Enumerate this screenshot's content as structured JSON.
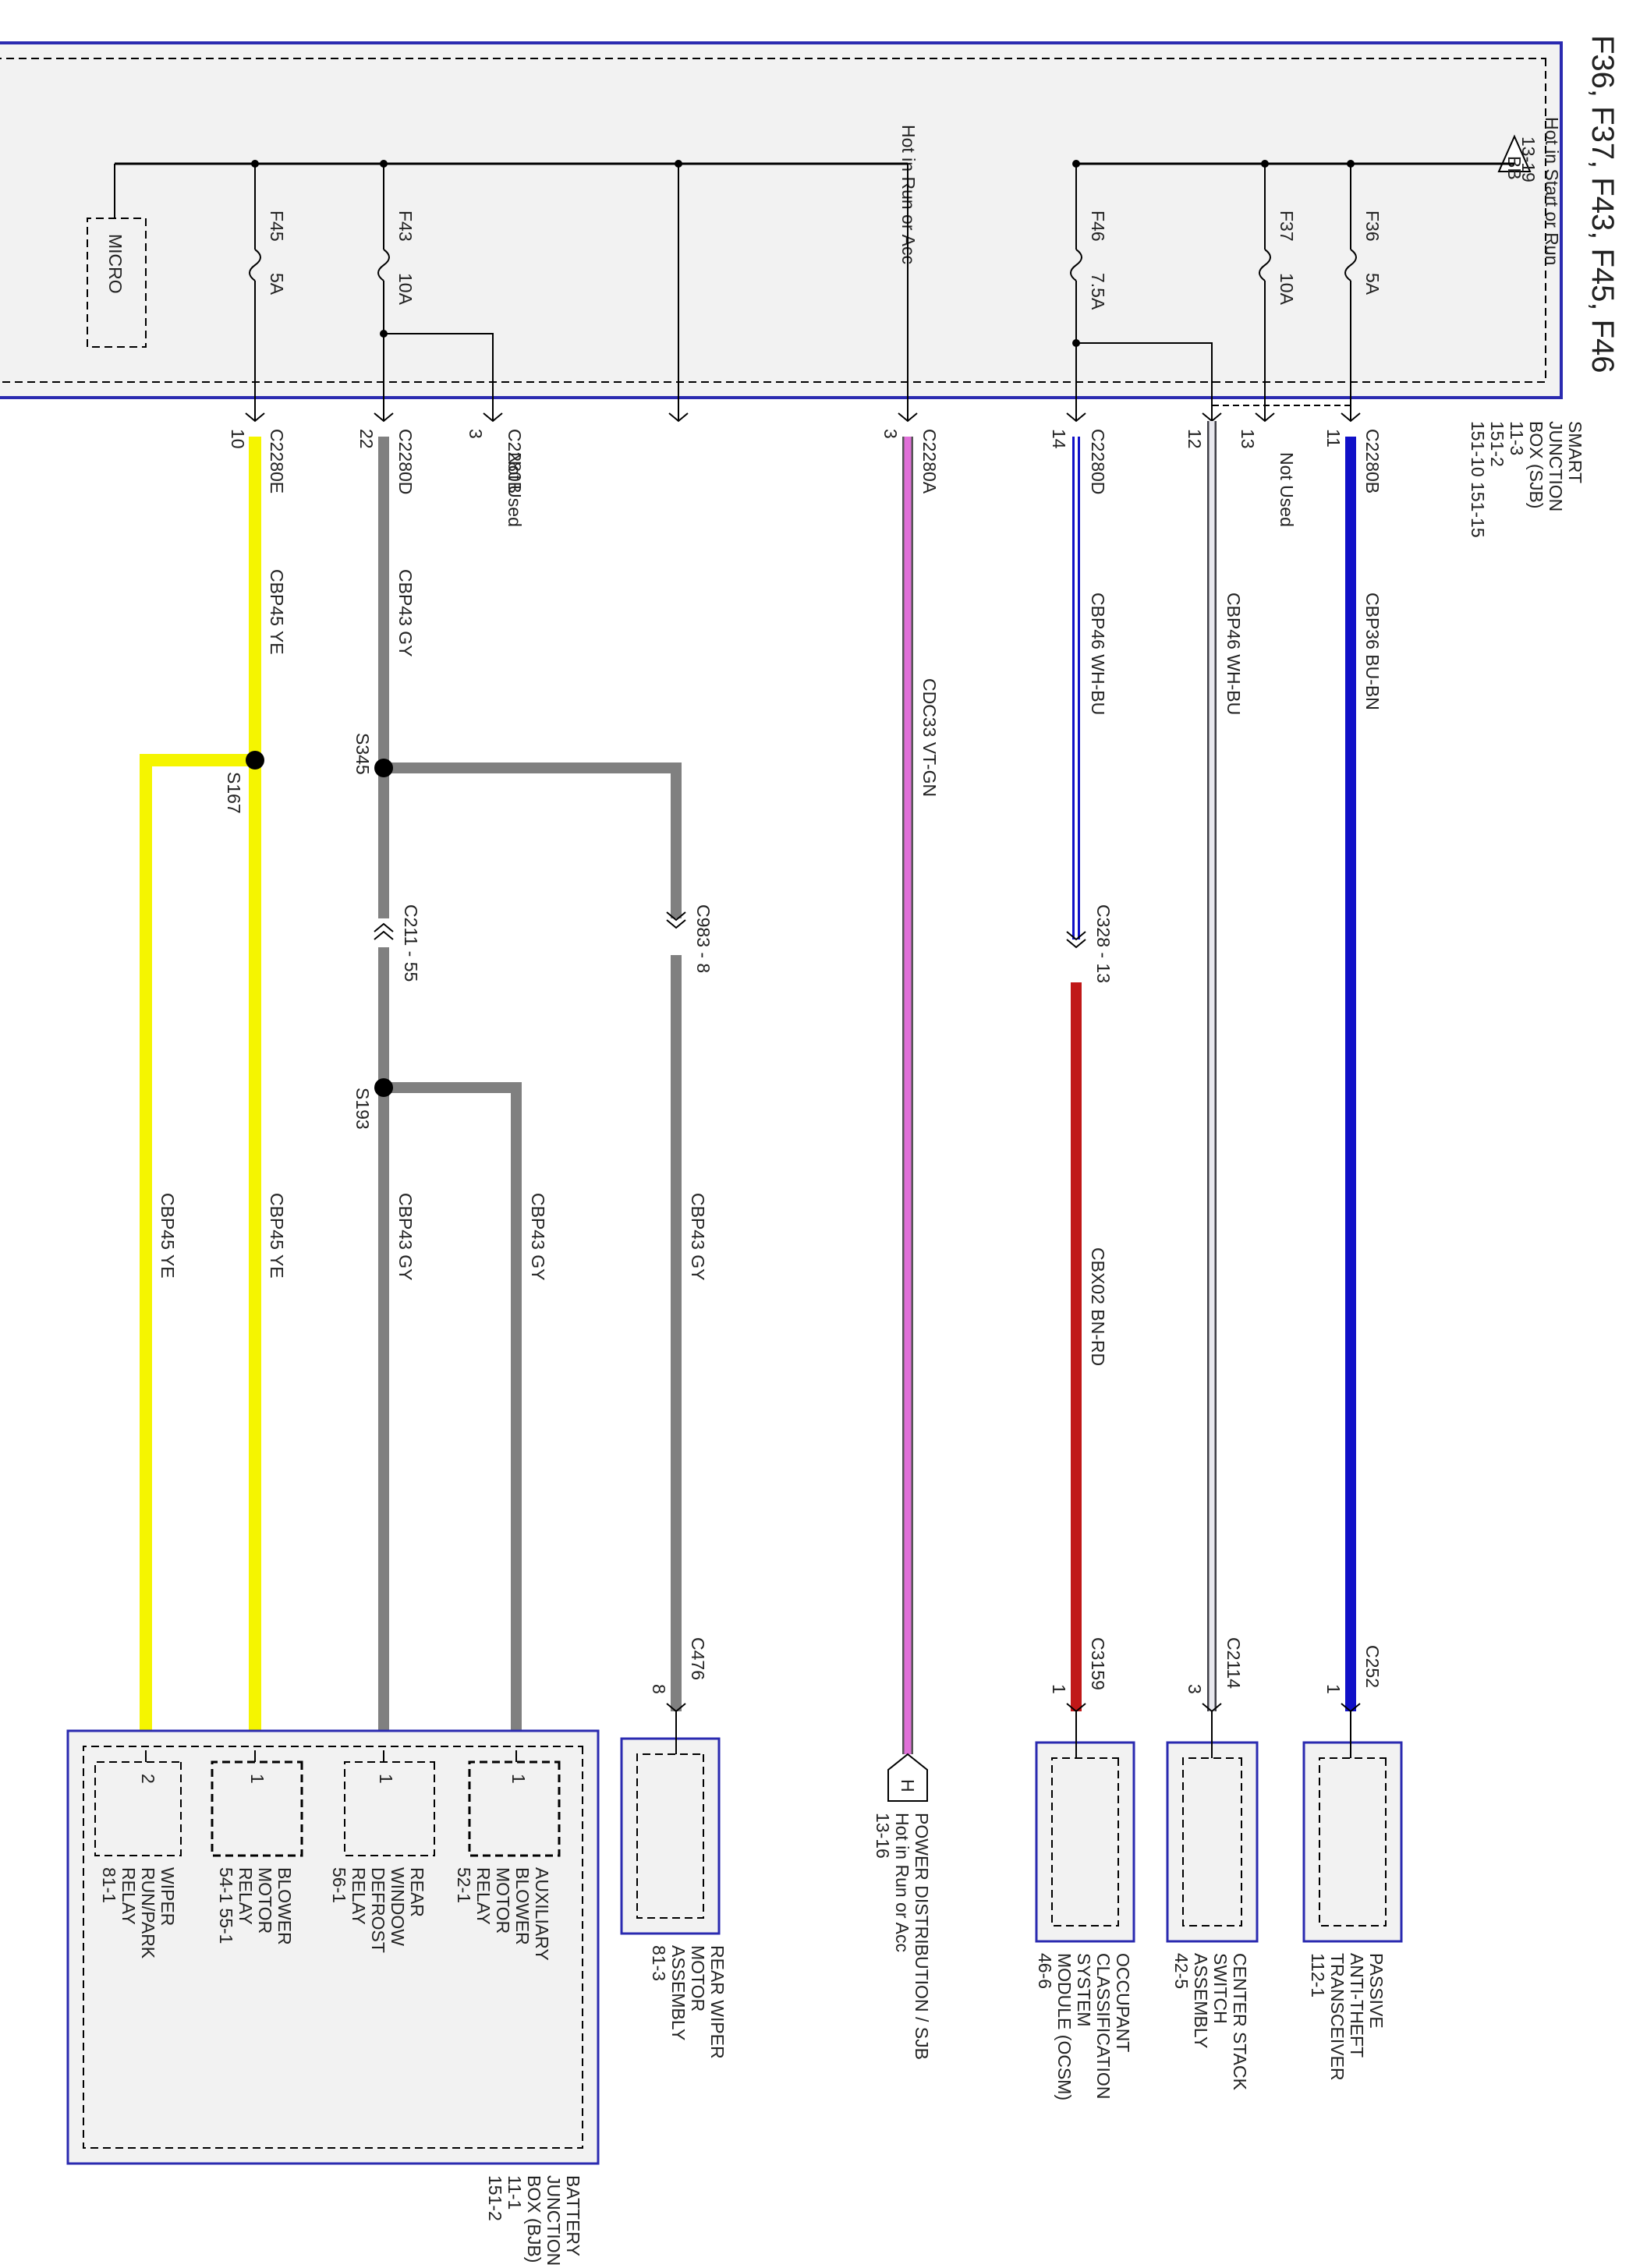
{
  "title": "F36, F37, F43, F45, F46",
  "sjb": {
    "name": [
      "SMART",
      "JUNCTION",
      "BOX (SJB)"
    ],
    "refs": [
      "11-3",
      "151-2",
      "151-10  151-15"
    ],
    "feed_start_run": "Hot in Start or Run",
    "feed_start_run_ref": "13-19",
    "feed_run_acc": "Hot in Run or Acc",
    "bus_symbol": "BB",
    "micro": "MICRO"
  },
  "fuses": {
    "f36": {
      "id": "F36",
      "rating": "5A"
    },
    "f37": {
      "id": "F37",
      "rating": "10A"
    },
    "f46": {
      "id": "F46",
      "rating": "7.5A"
    },
    "f43": {
      "id": "F43",
      "rating": "10A"
    },
    "f45": {
      "id": "F45",
      "rating": "5A"
    }
  },
  "colors": {
    "frame_blue": "#2a2ab0",
    "bu_bn": "#1010c8",
    "wh_bu": "#b0b0b8",
    "bn_rd": "#c01818",
    "vt_gn": "#e070d8",
    "gy": "#808080",
    "ye": "#f5f500"
  },
  "connectors": {
    "c2280b_11": {
      "name": "C2280B",
      "pin": "11"
    },
    "c2280b_13": {
      "pin": "13",
      "note": "Not Used"
    },
    "c2280b_12": {
      "pin": "12"
    },
    "c2280d_14": {
      "name": "C2280D",
      "pin": "14"
    },
    "c2280a_3": {
      "name": "C2280A",
      "pin": "3"
    },
    "c2280b_3": {
      "name": "C2280B",
      "pin": "3",
      "note": "Not Used"
    },
    "c2280d_22": {
      "name": "C2280D",
      "pin": "22"
    },
    "c2280e_10": {
      "name": "C2280E",
      "pin": "10"
    },
    "c328": "C328  -  13",
    "c983": "C983  -  8",
    "c211": "C211  -  55",
    "c252": {
      "name": "C252",
      "pin": "1"
    },
    "c2114": {
      "name": "C2114",
      "pin": "3"
    },
    "c3159": {
      "name": "C3159",
      "pin": "1"
    },
    "c476": {
      "name": "C476",
      "pin": "8"
    }
  },
  "wires": {
    "cbp36": "CBP36   BU-BN",
    "cbp46a": "CBP46   WH-BU",
    "cbp46b": "CBP46   WH-BU",
    "cbx02": "CBX02   BN-RD",
    "cdc33": "CDC33   VT-GN",
    "cbp43_top": "CBP43   GY",
    "cbp43_right": "CBP43   GY",
    "cbp43_mid": "CBP43   GY",
    "cbp43_far": "CBP43   GY",
    "cbp45_top": "CBP45   YE",
    "cbp45_mid": "CBP45   YE",
    "cbp45_far": "CBP45   YE"
  },
  "splices": {
    "s345": "S345",
    "s193": "S193",
    "s167": "S167"
  },
  "components": {
    "pats": {
      "lines": [
        "PASSIVE",
        "ANTI-THEFT",
        "TRANSCEIVER",
        "112-1"
      ]
    },
    "center_stack": {
      "lines": [
        "CENTER STACK",
        "SWITCH",
        "ASSEMBLY",
        "42-5"
      ]
    },
    "ocsm": {
      "lines": [
        "OCCUPANT",
        "CLASSIFICATION",
        "SYSTEM",
        "MODULE (OCSM)",
        "46-6"
      ]
    },
    "power_dist": {
      "symbol": "H",
      "lines": [
        "POWER DISTRIBUTION / SJB",
        "Hot in Run or Acc",
        "13-16"
      ]
    },
    "rear_wiper": {
      "lines": [
        "REAR WIPER",
        "MOTOR",
        "ASSEMBLY",
        "81-3"
      ]
    }
  },
  "bjb": {
    "name": [
      "BATTERY",
      "JUNCTION",
      "BOX (BJB)",
      "11-1",
      "151-2"
    ],
    "relays": {
      "aux": {
        "pin": "1",
        "lines": [
          "AUXILIARY",
          "BLOWER",
          "MOTOR",
          "RELAY",
          "52-1"
        ]
      },
      "defrost": {
        "pin": "1",
        "lines": [
          "REAR",
          "WINDOW",
          "DEFROST",
          "RELAY",
          "56-1"
        ]
      },
      "blower": {
        "pin": "1",
        "lines": [
          "BLOWER",
          "MOTOR",
          "RELAY",
          "54-1   55-1"
        ]
      },
      "wiper": {
        "pin": "2",
        "lines": [
          "WIPER",
          "RUN/PARK",
          "RELAY",
          "81-1"
        ]
      }
    }
  }
}
